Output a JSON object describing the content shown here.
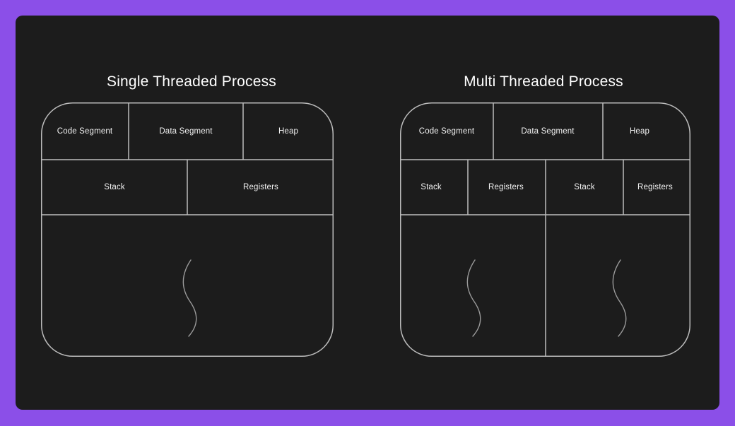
{
  "theme": {
    "page_background": "#8B4FE8",
    "card_background": "#1C1C1C",
    "line_color": "#BDBDBD",
    "title_color": "#FFFFFF",
    "label_color": "#F2F2F2"
  },
  "panels": [
    {
      "id": "single-threaded",
      "title": "Single Threaded Process",
      "shared_row": [
        {
          "label": "Code Segment"
        },
        {
          "label": "Data Segment"
        },
        {
          "label": "Heap"
        }
      ],
      "threads": [
        {
          "stack_label": "Stack",
          "registers_label": "Registers"
        }
      ]
    },
    {
      "id": "multi-threaded",
      "title": "Multi Threaded Process",
      "shared_row": [
        {
          "label": "Code Segment"
        },
        {
          "label": "Data Segment"
        },
        {
          "label": "Heap"
        }
      ],
      "threads": [
        {
          "stack_label": "Stack",
          "registers_label": "Registers"
        },
        {
          "stack_label": "Stack",
          "registers_label": "Registers"
        }
      ]
    }
  ]
}
